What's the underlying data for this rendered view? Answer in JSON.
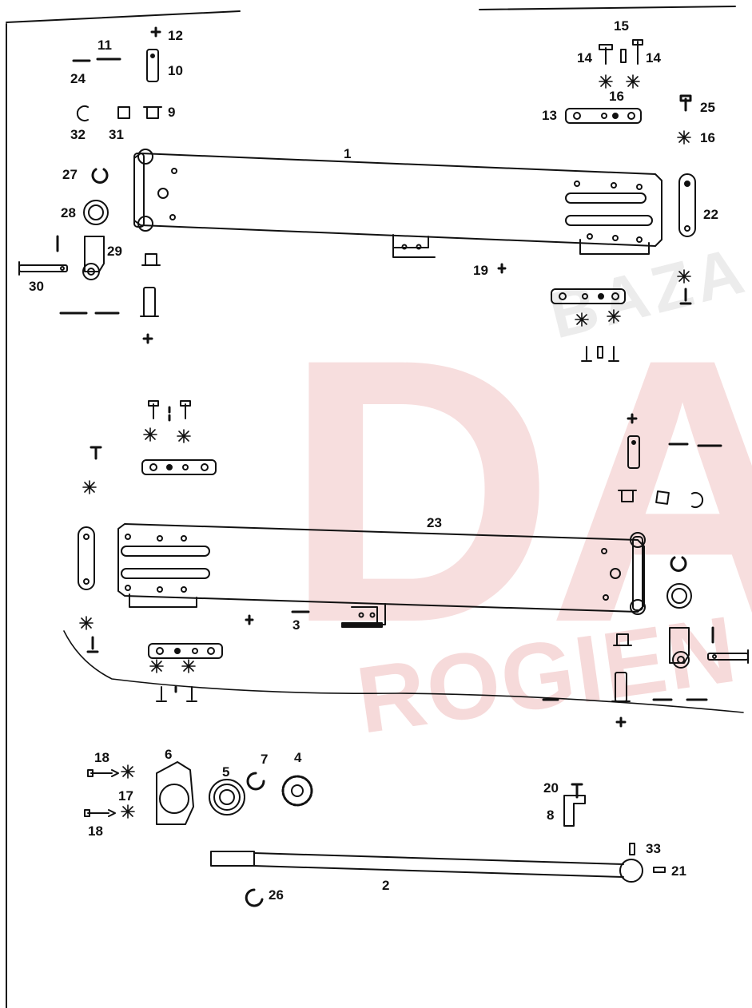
{
  "watermark": {
    "big": "DA",
    "top": "BAZA",
    "bottom": "ROGIEN"
  },
  "callouts": {
    "upper_frame": "1",
    "shaft": "2",
    "shaft_pin": "3",
    "sprocket": "4",
    "bearing": "5",
    "bearing_housing": "6",
    "circlip": "7",
    "lever": "8",
    "bushing_l": "9",
    "pin_l_top": "10",
    "washer_l": "11",
    "nut_l_top": "12",
    "plate_upper_top": "13",
    "bolt_a": "14",
    "bolt_b": "14",
    "spacer_top": "15",
    "washer_star": "16",
    "washer_star2": "16",
    "bolt_18a": "18",
    "washer_17": "17",
    "bolt_18b": "18",
    "bracket_19": "19",
    "screw_20": "20",
    "key_21": "21",
    "link_22": "22",
    "lower_frame": "23",
    "washer_24": "24",
    "screw_25": "25",
    "clip_26": "26",
    "clip_27": "27",
    "washer_28": "28",
    "bracket_29": "29",
    "pin_30": "30",
    "block_31": "31",
    "ring_32": "32",
    "pin_33": "33"
  }
}
